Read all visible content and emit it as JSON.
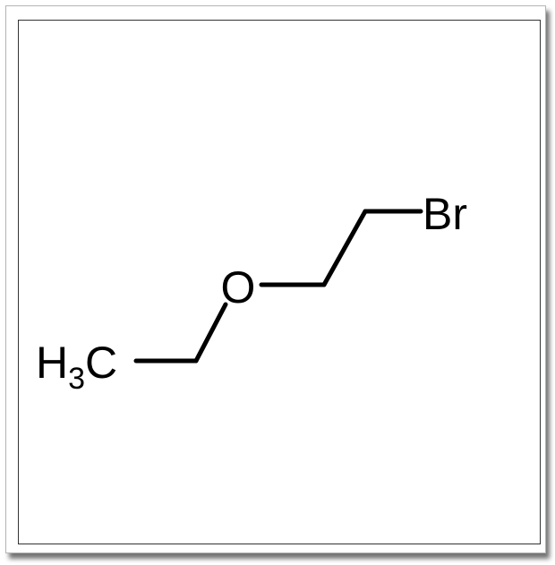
{
  "molecule": {
    "atoms": {
      "methyl": {
        "main": "H",
        "subscript": "3",
        "tail": "C"
      },
      "oxygen": "O",
      "bromine": "Br"
    },
    "bond_color": "#000000",
    "frame_color": "#333333",
    "background": "#ffffff"
  }
}
